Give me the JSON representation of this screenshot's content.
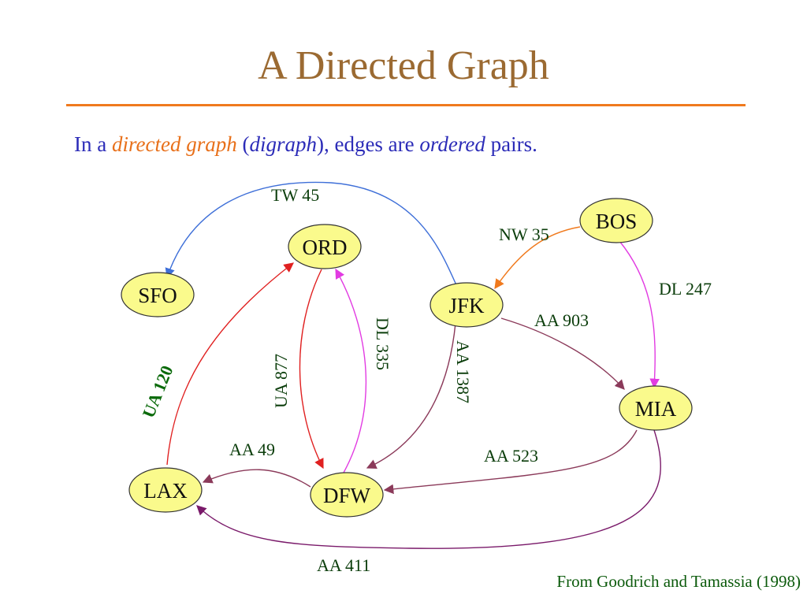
{
  "title": "A Directed Graph",
  "subtitle": {
    "part1": "In a ",
    "term": "directed graph",
    "part2": " (",
    "alias": "digraph",
    "part3": "), edges are ",
    "emph": "ordered",
    "part4": " pairs."
  },
  "credit": "From Goodrich and Tamassia (1998)",
  "colors": {
    "title": "#9B6A32",
    "rule": "#F07A1E",
    "subtitle": "#2C2CB8",
    "node_fill": "#FAFA8C",
    "edge_label": "#0B3D0B"
  },
  "nodes": [
    {
      "id": "ORD",
      "label": "ORD"
    },
    {
      "id": "BOS",
      "label": "BOS"
    },
    {
      "id": "SFO",
      "label": "SFO"
    },
    {
      "id": "JFK",
      "label": "JFK"
    },
    {
      "id": "MIA",
      "label": "MIA"
    },
    {
      "id": "LAX",
      "label": "LAX"
    },
    {
      "id": "DFW",
      "label": "DFW"
    }
  ],
  "edges": [
    {
      "id": "TW45",
      "from": "JFK",
      "to": "SFO",
      "label": "TW 45",
      "color": "#3E6FD8"
    },
    {
      "id": "NW35",
      "from": "BOS",
      "to": "JFK",
      "label": "NW 35",
      "color": "#F07A1E"
    },
    {
      "id": "DL247",
      "from": "BOS",
      "to": "MIA",
      "label": "DL 247",
      "color": "#E23BE2"
    },
    {
      "id": "AA903",
      "from": "JFK",
      "to": "MIA",
      "label": "AA 903",
      "color": "#8B3A5A"
    },
    {
      "id": "AA1387",
      "from": "JFK",
      "to": "DFW",
      "label": "AA 1387",
      "color": "#8B3A5A"
    },
    {
      "id": "UA877",
      "from": "ORD",
      "to": "DFW",
      "label": "UA 877",
      "color": "#E02020"
    },
    {
      "id": "DL335",
      "from": "DFW",
      "to": "ORD",
      "label": "DL 335",
      "color": "#E23BE2"
    },
    {
      "id": "UA120",
      "from": "LAX",
      "to": "ORD",
      "label": "UA 120",
      "color": "#E02020"
    },
    {
      "id": "AA49",
      "from": "DFW",
      "to": "LAX",
      "label": "AA 49",
      "color": "#8B3A5A"
    },
    {
      "id": "AA523",
      "from": "MIA",
      "to": "DFW",
      "label": "AA 523",
      "color": "#8B3A5A"
    },
    {
      "id": "AA411",
      "from": "MIA",
      "to": "LAX",
      "label": "AA 411",
      "color": "#7A1A6A"
    }
  ]
}
